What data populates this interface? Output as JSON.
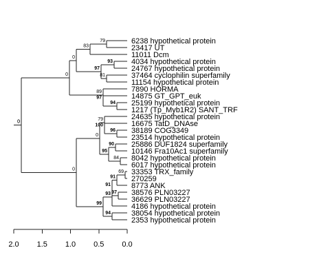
{
  "tree": {
    "leaves": [
      "6238 hypothetical protein",
      "23417 UT",
      "11011 Dcm",
      "4034 hypothetical protein",
      "24767 hypothetical protein",
      "37464 cyclophilin superfamily",
      "11154 hypothetical protein",
      "7890 HORMA",
      "14875 GT_GPT_euk",
      "25199 hypothetical protein",
      "1217 (Tp_Myb1R2) SANT_TRF",
      "24635 hypothetical protein",
      "16675 TatD_DNAse",
      "38189 COG3349",
      "23514 hypothetical protein",
      "25886 DUF1824 superfamily",
      "10146 Fra10Ac1 superfamily",
      "8042 hypothetical protein",
      "6017 hypothetical protein",
      "33353 TRX_family",
      "270259",
      "8773 ANK",
      "38576 PLN03227",
      "36629 PLN03227",
      "4186 hypothetical protein",
      "38054 hypothetical protein",
      "2353 hypothetical protein"
    ],
    "support_values": [
      "79",
      "83",
      "0",
      "93",
      "97",
      "81",
      "0",
      "89",
      "97",
      "94",
      "0",
      "79",
      "100",
      "96",
      "0",
      "90",
      "95",
      "84",
      "0",
      "69",
      "91",
      "91",
      "97",
      "93",
      "99",
      "94",
      "0"
    ]
  },
  "axis": {
    "ticks": [
      "2.0",
      "1.5",
      "1.0",
      "0.5",
      "0.0"
    ],
    "values": [
      2.0,
      1.5,
      1.0,
      0.5,
      0.0
    ]
  }
}
